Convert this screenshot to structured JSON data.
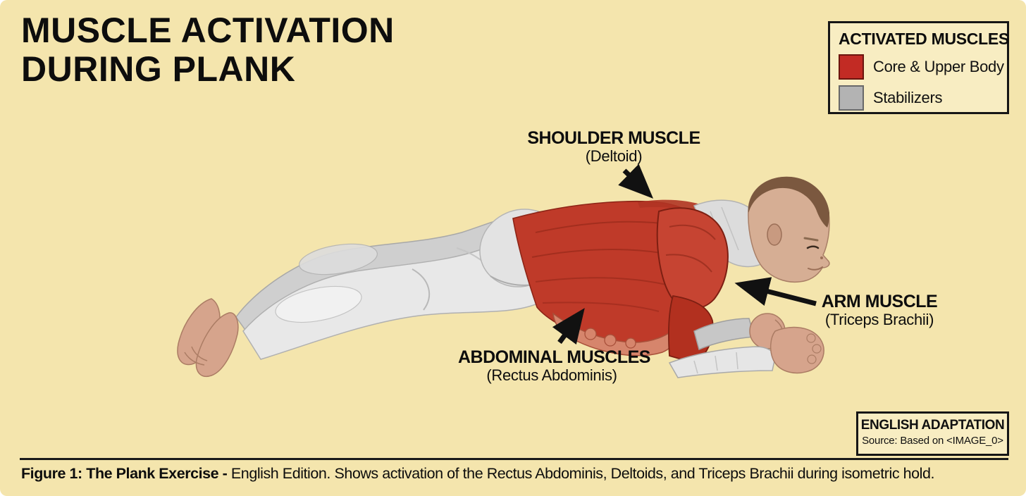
{
  "title": {
    "line1": "MUSCLE ACTIVATION",
    "line2": "DURING PLANK"
  },
  "legend": {
    "title": "ACTIVATED MUSCLES",
    "items": [
      {
        "label": "Core & Upper Body",
        "color": "#c22b24"
      },
      {
        "label": "Stabilizers",
        "color": "#b3b3b3"
      }
    ]
  },
  "annotations": {
    "shoulder": {
      "title": "SHOULDER MUSCLE",
      "subtitle": "(Deltoid)"
    },
    "arm": {
      "title": "ARM MUSCLE",
      "subtitle": "(Triceps Brachii)"
    },
    "abdominal": {
      "title": "ABDOMINAL MUSCLES",
      "subtitle": "(Rectus Abdominis)"
    }
  },
  "adaptation": {
    "title": "ENGLISH ADAPTATION",
    "source": "Source: Based on <IMAGE_0>"
  },
  "caption": {
    "lead": "Figure 1: The Plank Exercise - ",
    "body": "English Edition. Shows activation of the Rectus Abdominis, Deltoids, and Triceps Brachii during isometric hold."
  },
  "illustration": {
    "description": "Male figure performing a forearm plank, facing right; core and upper-body muscles shown in red, stabilizer muscles in gray"
  },
  "colors": {
    "background": "#f4e5ad",
    "activated": "#c22b24",
    "stabilizer": "#b3b3b3",
    "skin": "#d6a48c",
    "text": "#0d0d0d"
  }
}
